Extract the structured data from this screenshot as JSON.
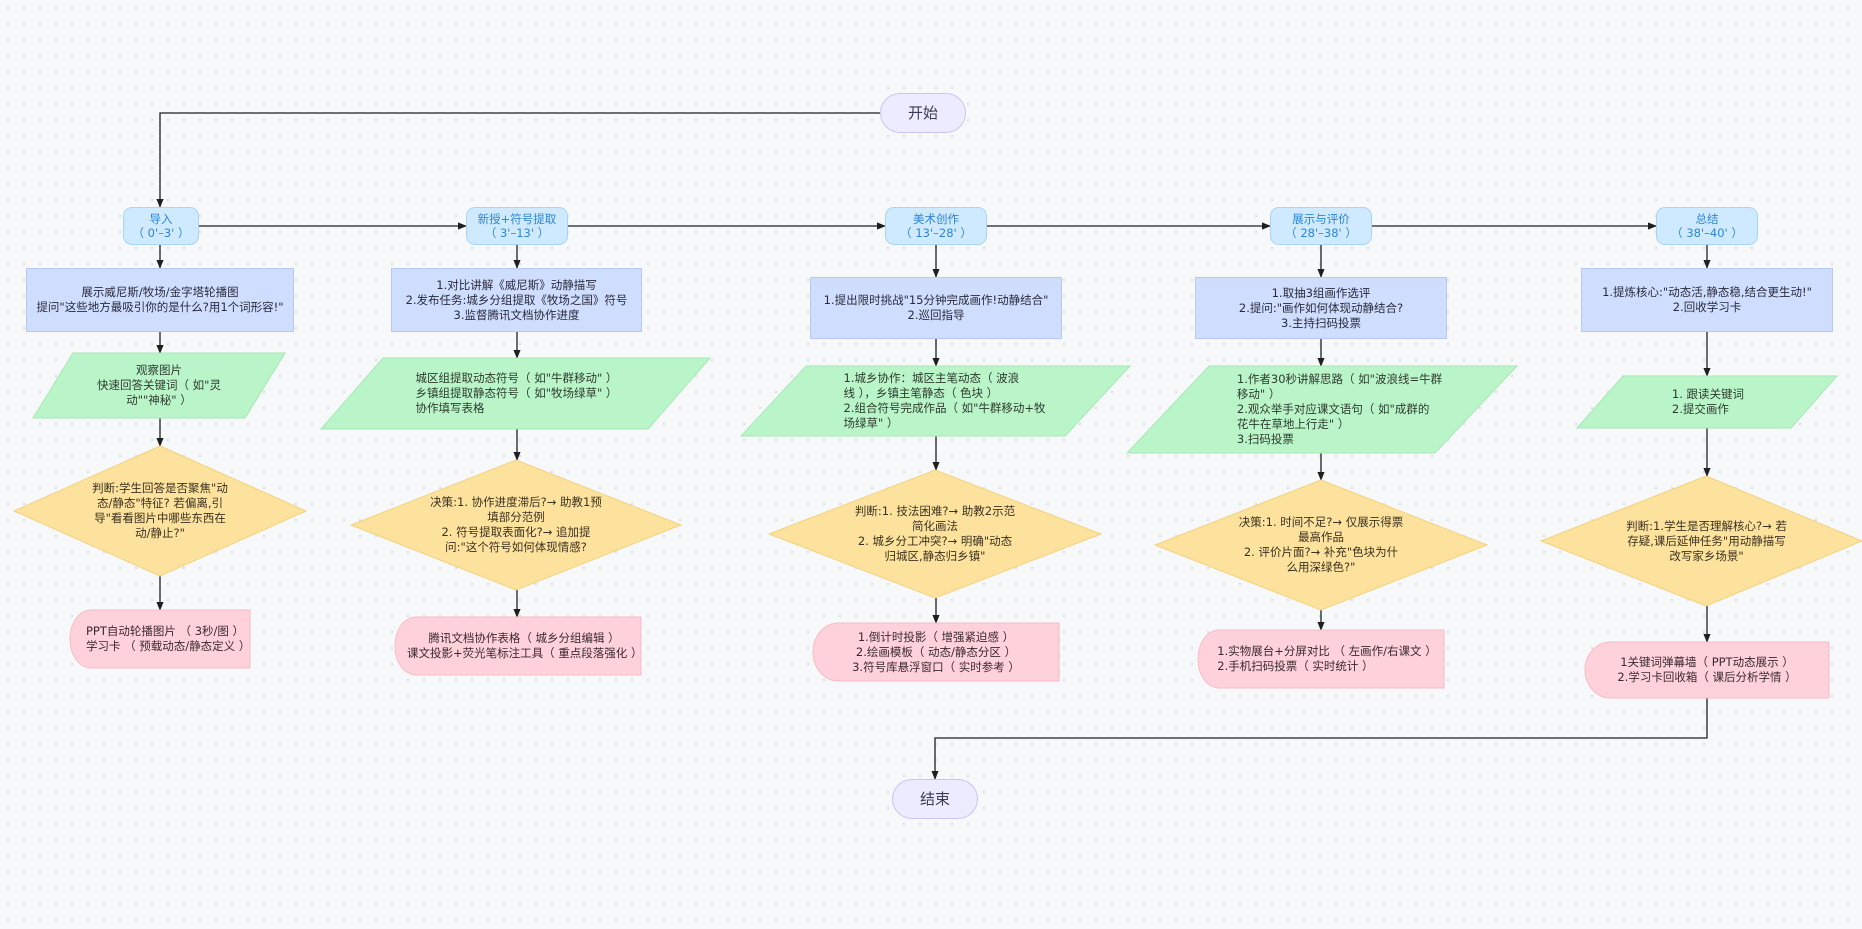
{
  "terminals": {
    "start": "开始",
    "end": "结束"
  },
  "stages": [
    {
      "name": "导入",
      "time": "（ 0'–3' ）",
      "process": "展示威尼斯/牧场/金字塔轮播图\n提问\"这些地方最吸引你的是什么?用1个词形容!\"",
      "activity": "观察图片\n快速回答关键词（ 如\"灵\n动\"\"神秘\" ）",
      "decision": "判断:学生回答是否聚焦\"动\n态/静态\"特征?    若偏离,引\n导\"看看图片中哪些东西在\n动/静止?\"",
      "resources": "PPT自动轮播图片 （ 3秒/图 ）\n学习卡 （ 预载动态/静态定义 ）"
    },
    {
      "name": "新授+符号提取",
      "time": "（ 3'–13' ）",
      "process": "1.对比讲解《威尼斯》动静描写\n2.发布任务:城乡分组提取《牧场之国》符号\n3.监督腾讯文档协作进度",
      "activity": "城区组提取动态符号（ 如\"牛群移动\" ）\n乡镇组提取静态符号（ 如\"牧场绿草\" ）\n协作填写表格",
      "decision": "决策:1. 协作进度滞后?→ 助教1预\n填部分范例\n2. 符号提取表面化?→ 追加提\n问:\"这个符号如何体现情感?",
      "resources": "腾讯文档协作表格（ 城乡分组编辑 ）\n课文投影+荧光笔标注工具（ 重点段落强化 ）"
    },
    {
      "name": "美术创作",
      "time": "（ 13'–28' ）",
      "process": "1.提出限时挑战\"15分钟完成画作!动静结合\"\n2.巡回指导",
      "activity": "1.城乡协作：城区主笔动态（ 波浪\n线 ），乡镇主笔静态（ 色块 ）\n2.组合符号完成作品（ 如\"牛群移动+牧\n场绿草\" ）",
      "decision": "判断:1. 技法困难?→ 助教2示范\n简化画法\n2. 城乡分工冲突?→ 明确\"动态\n归城区,静态归乡镇\"",
      "resources": "1.倒计时投影（ 增强紧迫感 ）\n2.绘画模板（ 动态/静态分区 ）\n3.符号库悬浮窗口（ 实时参考 ）"
    },
    {
      "name": "展示与评价",
      "time": "（ 28'–38' ）",
      "process": "1.取抽3组画作选评\n2.提问:\"画作如何体现动静结合?\n3.主持扫码投票",
      "activity": "1.作者30秒讲解思路（ 如\"波浪线=牛群\n移动\" ）\n2.观众举手对应课文语句（ 如\"成群的\n花牛在草地上行走\" ）\n3.扫码投票",
      "decision": "决策:1. 时间不足?→ 仅展示得票\n最高作品\n2. 评价片面?→ 补充\"色块为什\n么用深绿色?\"",
      "resources": "1.实物展台+分屏对比 （ 左画作/右课文 ）\n2.手机扫码投票（ 实时统计 ）"
    },
    {
      "name": "总结",
      "time": "（ 38'–40' ）",
      "process": "1.提炼核心:\"动态活,静态稳,结合更生动!\"\n2.回收学习卡",
      "activity": "1. 跟读关键词\n2.提交画作",
      "decision": "判断:1.学生是否理解核心?→ 若\n存疑,课后延伸任务\"用动静描写\n改写家乡场景\"",
      "resources": "1关键词弹幕墙（ PPT动态展示 ）\n2.学习卡回收箱（ 课后分析学情 ）"
    }
  ],
  "colors": {
    "terminal_fill": "#ecebff",
    "stage_fill": "#cfeaff",
    "stage_text": "#2b86d6",
    "process_fill": "#cfdeff",
    "activity_fill": "#b9f5c8",
    "decision_fill": "#fde29d",
    "resource_fill": "#ffd1da",
    "edge": "#1f1f1f"
  }
}
